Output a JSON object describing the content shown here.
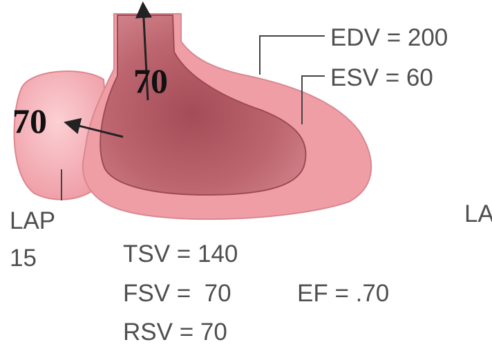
{
  "labels": {
    "edv": "EDV = 200",
    "esv": "ESV = 60",
    "lap": "LAP",
    "lap_value": "15",
    "la_cut": "LA",
    "tsv": "TSV = 140",
    "fsv": "FSV =  70",
    "ef": "EF = .70",
    "rsv": "RSV = 70"
  },
  "flows": {
    "aortic": "70",
    "mitral_regurgitant": "70"
  },
  "colors": {
    "myocardium": "#ef9ea6",
    "myocardium_outline": "#d98791",
    "cavity": "#c66e77",
    "cavity_inner": "#b85c66",
    "atrium": "#f2a5ad",
    "label_text": "#4f4f4f",
    "arrow": "#222222"
  }
}
